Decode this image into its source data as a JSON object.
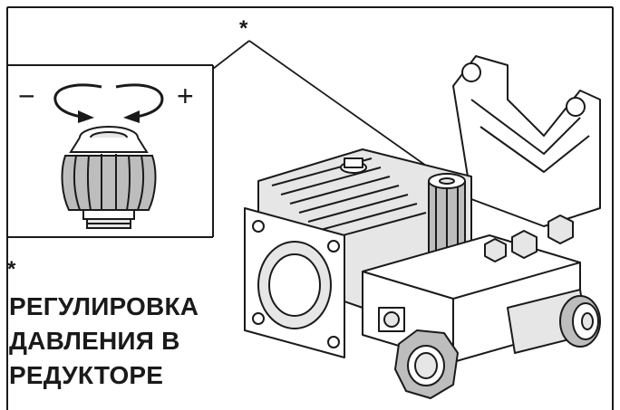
{
  "markers": {
    "top_asterisk": "*",
    "inset_asterisk": "*"
  },
  "inset": {
    "minus_sign": "−",
    "plus_sign": "+"
  },
  "caption": {
    "line1": "РЕГУЛИРОВКА",
    "line2": "ДАВЛЕНИЯ В",
    "line3": "РЕДУКТОРЕ"
  },
  "colors": {
    "ink": "#1a1a1a",
    "fill_light": "#ffffff",
    "fill_mid": "#e6e6e6",
    "fill_dark": "#bdbdbd"
  }
}
